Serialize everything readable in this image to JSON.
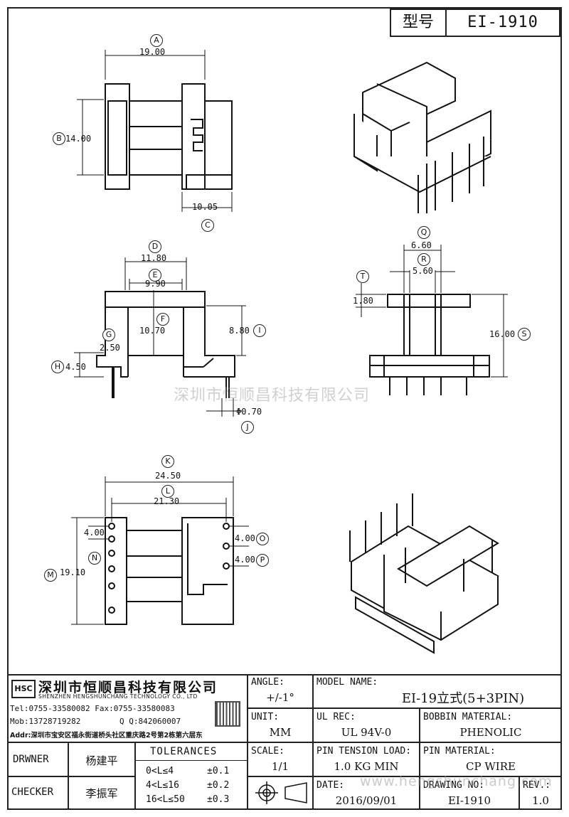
{
  "header": {
    "model_label": "型号",
    "model_value": "EI-1910"
  },
  "views": {
    "top": {
      "A": {
        "circle": "A",
        "value": "19.00"
      },
      "B": {
        "circle": "B",
        "value": "14.00"
      },
      "C": {
        "circle": "C",
        "value": "10.05"
      }
    },
    "front": {
      "D": {
        "circle": "D",
        "value": "11.80"
      },
      "E": {
        "circle": "E",
        "value": "9.90"
      },
      "F": {
        "circle": "F",
        "value": "10.70"
      },
      "G": {
        "circle": "G",
        "value": "2.50"
      },
      "H": {
        "circle": "H",
        "value": "4.50"
      },
      "I": {
        "circle": "I",
        "value": "8.80"
      },
      "J": {
        "circle": "J",
        "value": "Φ0.70"
      }
    },
    "side": {
      "Q": {
        "circle": "Q",
        "value": "6.60"
      },
      "R": {
        "circle": "R",
        "value": "5.60"
      },
      "T": {
        "circle": "T",
        "value": "1.80"
      },
      "S": {
        "circle": "S",
        "value": "16.00"
      }
    },
    "bottom": {
      "K": {
        "circle": "K",
        "value": "24.50"
      },
      "L": {
        "circle": "L",
        "value": "21.30"
      },
      "M": {
        "circle": "M",
        "value": "19.10"
      },
      "N": {
        "circle": "N",
        "value": "4.00"
      },
      "O": {
        "circle": "O",
        "value": "4.00"
      },
      "P": {
        "circle": "P",
        "value": "4.00"
      }
    }
  },
  "watermark_center": "深圳市恒顺昌科技有限公司",
  "watermark_corner": "www.hengshunchang.com",
  "company": {
    "logo_text": "HSC",
    "name_cn": "深圳市恒顺昌科技有限公司",
    "name_en": "SHENZHEN HENGSHUNCHANG TECHNOLOGY CO., LTD",
    "tel": "Tel:0755-33580082 Fax:0755-33580083",
    "mob": "Mob:13728719282",
    "qq": "Q  Q:842060007",
    "addr": "Addr:深圳市宝安区福永街道桥头社区重庆路2号第2栋第六层东"
  },
  "titleblock": {
    "angle_label": "ANGLE:",
    "angle_value": "+/-1°",
    "model_name_label": "MODEL NAME:",
    "model_name_value": "EI-19立式(5+3PIN)",
    "unit_label": "UNIT:",
    "unit_value": "MM",
    "ul_rec_label": "UL REC:",
    "ul_rec_value": "UL 94V-0",
    "bobbin_label": "BOBBIN MATERIAL:",
    "bobbin_value": "PHENOLIC",
    "drawner_label": "DRWNER",
    "drawner_value": "杨建平",
    "tolerances_label": "TOLERANCES",
    "tol": [
      {
        "range": "0<L≤4",
        "value": "±0.1"
      },
      {
        "range": "4<L≤16",
        "value": "±0.2"
      },
      {
        "range": "16<L≤50",
        "value": "±0.3"
      }
    ],
    "scale_label": "SCALE:",
    "scale_value": "1/1",
    "pin_tension_label": "PIN TENSION LOAD:",
    "pin_tension_value": "1.0 KG MIN",
    "pin_material_label": "PIN MATERIAL:",
    "pin_material_value": "CP WIRE",
    "checker_label": "CHECKER",
    "checker_value": "李振军",
    "date_label": "DATE:",
    "date_value": "2016/09/01",
    "drawing_no_label": "DRAWING NO:",
    "drawing_no_value": "EI-1910",
    "rev_label": "REV.:",
    "rev_value": "1.0"
  }
}
